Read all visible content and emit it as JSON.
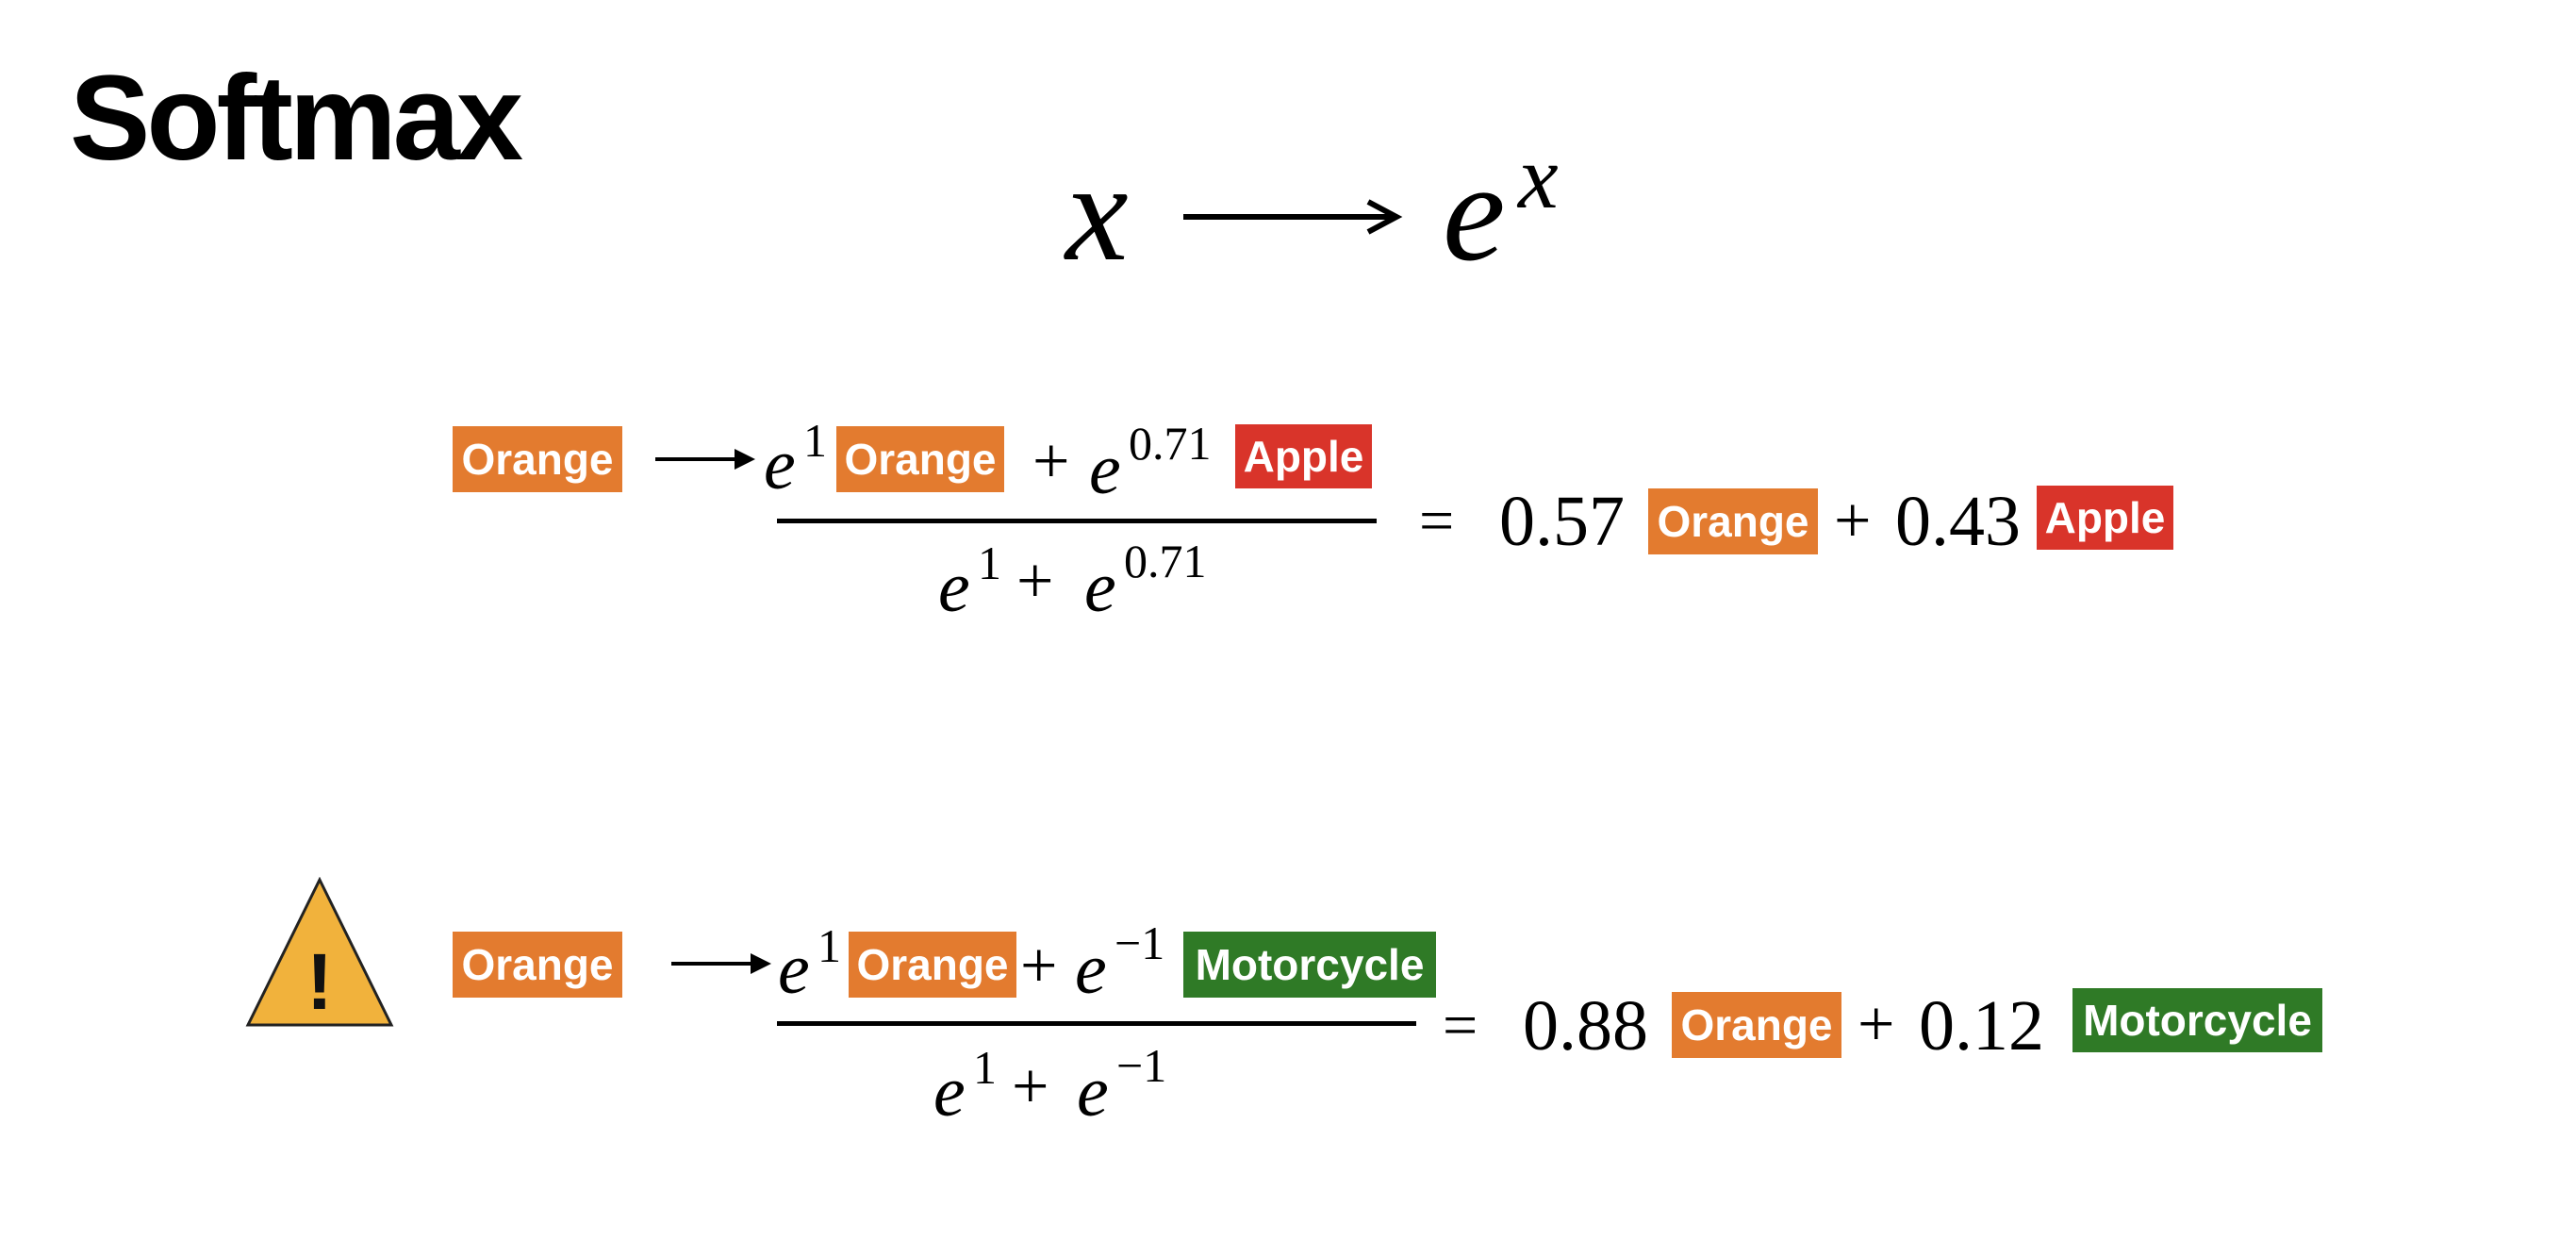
{
  "title": "Softmax",
  "top_formula": {
    "x": "x",
    "e": "e",
    "exp": "x"
  },
  "colors": {
    "orange": "#e37b2f",
    "apple": "#d9342a",
    "motorcycle": "#2f7a26",
    "warning": "#f1b23c"
  },
  "row1": {
    "input_tag": "Orange",
    "num_e1": "e",
    "num_exp1": "1",
    "num_tag1": "Orange",
    "num_plus": "+",
    "num_e2": "e",
    "num_exp2": "0.71",
    "num_tag2": "Apple",
    "den_e1": "e",
    "den_exp1": "1",
    "den_plus": "+",
    "den_e2": "e",
    "den_exp2": "0.71",
    "equals": "=",
    "val1": "0.57",
    "res_tag1": "Orange",
    "plus": "+",
    "val2": "0.43",
    "res_tag2": "Apple"
  },
  "row2": {
    "warning_icon": "warning-triangle-icon",
    "warning_mark": "!",
    "input_tag": "Orange",
    "num_e1": "e",
    "num_exp1": "1",
    "num_tag1": "Orange",
    "num_plus": "+",
    "num_e2": "e",
    "num_exp2": "−1",
    "num_tag2": "Motorcycle",
    "den_e1": "e",
    "den_exp1": "1",
    "den_plus": "+",
    "den_e2": "e",
    "den_exp2": "−1",
    "equals": "=",
    "val1": "0.88",
    "res_tag1": "Orange",
    "plus": "+",
    "val2": "0.12",
    "res_tag2": "Motorcycle"
  }
}
